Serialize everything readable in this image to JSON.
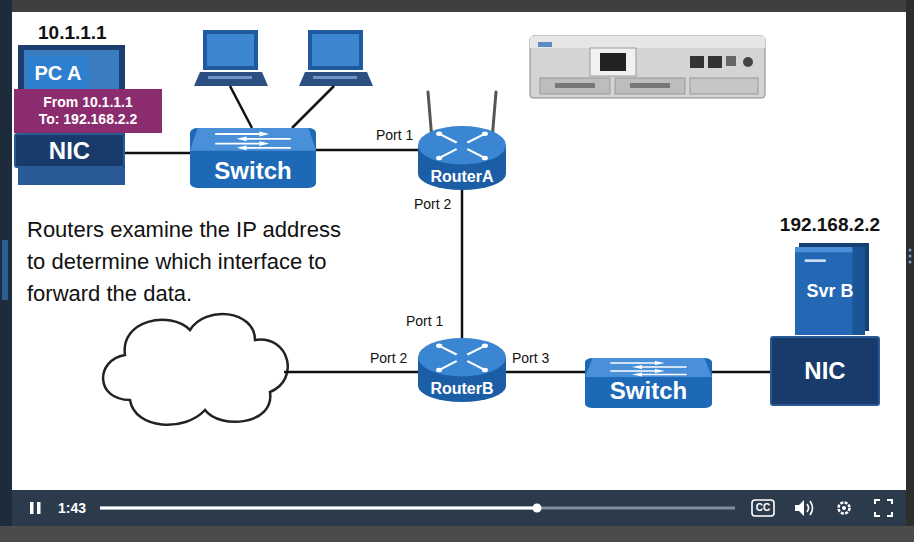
{
  "diagram": {
    "nodes": [
      {
        "text": [
          "10.1.1.1",
          "PC A"
        ]
      },
      {
        "text": [
          "From 10.1.1.1 To: 192.168.2.2"
        ]
      },
      {
        "text": [
          "NIC"
        ]
      },
      {
        "text": [
          "Switch"
        ]
      },
      {
        "text": [
          "RouterA"
        ]
      },
      {
        "text": [
          "RouterB"
        ]
      },
      {
        "text": [
          "Switch"
        ]
      },
      {
        "text": [
          "192.168.2.2",
          "Svr B"
        ]
      },
      {
        "text": [
          "NIC"
        ]
      }
    ],
    "edges": [
      {
        "from": 2,
        "to": 3,
        "arrow": "none"
      },
      {
        "from": 3,
        "to": 4,
        "arrow": "none"
      },
      {
        "from": 4,
        "to": 5,
        "arrow": "none"
      },
      {
        "from": 5,
        "to": 6,
        "arrow": "none"
      },
      {
        "from": 6,
        "to": 8,
        "arrow": "none"
      }
    ],
    "labels": [
      "Port 1",
      "Port 2",
      "Port 1",
      "Port 2",
      "Port 3",
      "Routers examine the IP address to determine which interface to forward the data.",
      "1:43",
      "CC"
    ]
  }
}
